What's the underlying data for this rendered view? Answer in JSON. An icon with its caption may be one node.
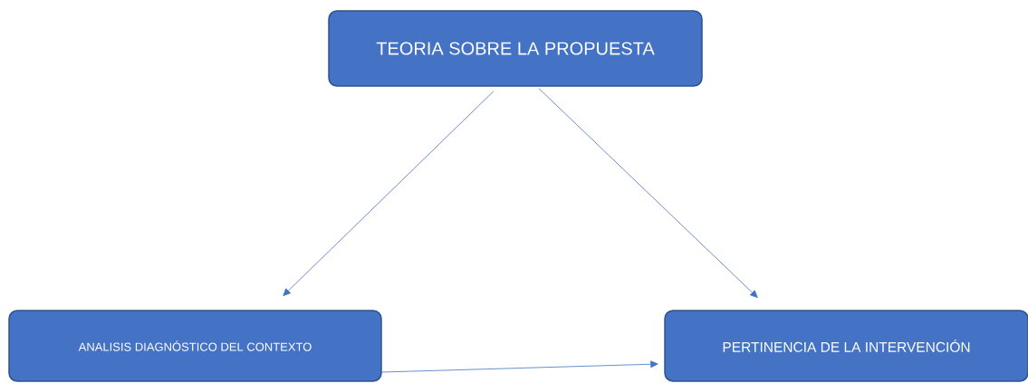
{
  "diagram": {
    "nodes": [
      {
        "text": [
          "TEORIA SOBRE LA PROPUESTA"
        ]
      },
      {
        "text": [
          "ANALISIS DIAGNÓSTICO DEL CONTEXTO"
        ]
      },
      {
        "text": [
          "PERTINENCIA DE LA INTERVENCIÓN"
        ]
      }
    ],
    "edges": [
      {
        "from": 0,
        "to": 1,
        "arrow": "to"
      },
      {
        "from": 0,
        "to": 2,
        "arrow": "to"
      },
      {
        "from": 1,
        "to": 2,
        "arrow": "to"
      }
    ]
  }
}
